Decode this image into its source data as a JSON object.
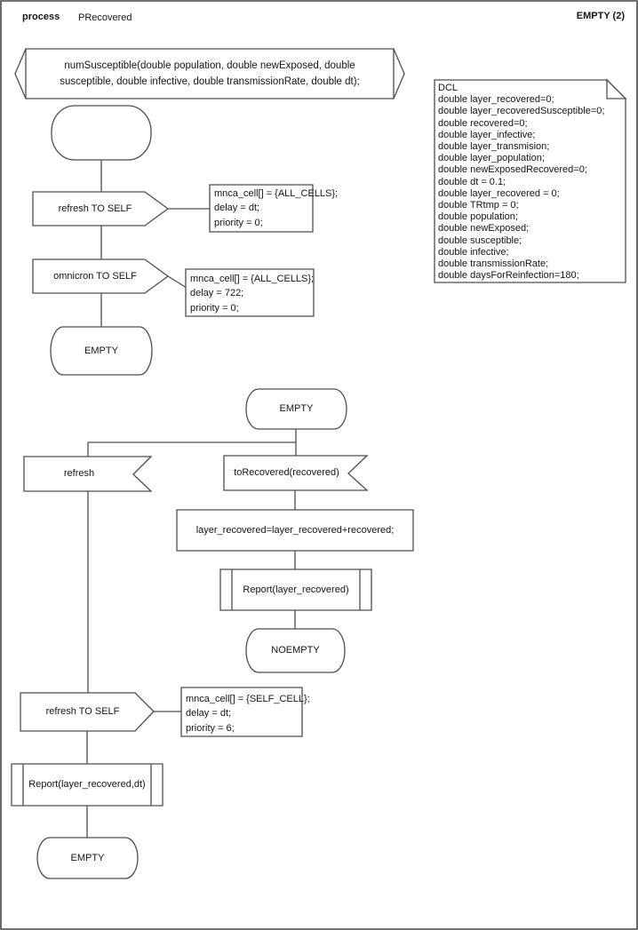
{
  "header": {
    "kind": "process",
    "process_name": "PRecovered",
    "page_label": "EMPTY (2)"
  },
  "procedure_declaration": {
    "signature": "numSusceptible(double population, double newExposed, double susceptible, double infective, double transmissionRate, double dt);"
  },
  "dcl_comment": {
    "lines": [
      "DCL",
      "double layer_recovered=0;",
      "double layer_recoveredSusceptible=0;",
      "double recovered=0;",
      "double layer_infective;",
      "double layer_transmision;",
      "double layer_population;",
      "double newExposedRecovered=0;",
      "double dt = 0.1;",
      "double layer_recovered = 0;",
      "double TRtmp = 0;",
      "double population;",
      "double newExposed;",
      "double susceptible;",
      "double infective;",
      "double transmissionRate;",
      "double daysForReinfection=180;"
    ]
  },
  "start_flow": {
    "output_refresh": {
      "label": "refresh TO SELF",
      "note_lines": [
        "mnca_cell[] = {ALL_CELLS};",
        "delay = dt;",
        "priority = 0;"
      ]
    },
    "output_omnicron": {
      "label": "omnicron TO SELF",
      "note_lines": [
        "mnca_cell[] = {ALL_CELLS};",
        "delay = 722;",
        "priority = 0;"
      ]
    },
    "next_state": "EMPTY"
  },
  "empty_state_flow": {
    "state": "EMPTY",
    "input_refresh": {
      "label": "refresh"
    },
    "input_to_recovered": {
      "label": "toRecovered(recovered)"
    },
    "task": "layer_recovered=layer_recovered+recovered;",
    "procedure_call": "Report(layer_recovered)",
    "next_state": "NOEMPTY",
    "refresh_branch": {
      "output_refresh": {
        "label": "refresh TO SELF",
        "note_lines": [
          "mnca_cell[] = {SELF_CELL};",
          "delay = dt;",
          "priority = 6;"
        ]
      },
      "procedure_call": "Report(layer_recovered,dt)",
      "next_state": "EMPTY"
    }
  }
}
